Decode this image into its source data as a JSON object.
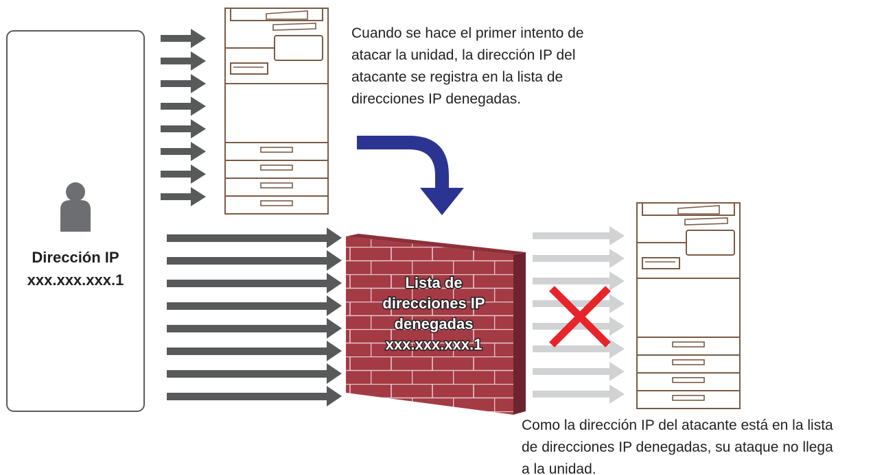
{
  "attacker": {
    "label_line1": "Dirección IP",
    "label_line2": "xxx.xxx.xxx.1",
    "icon": "person-icon"
  },
  "caption_top": {
    "line1": "Cuando se hace el primer intento de",
    "line2": "atacar la unidad, la dirección IP del",
    "line3": "atacante se registra en la lista de",
    "line4": "direcciones IP denegadas."
  },
  "caption_bottom": {
    "line1": "Como la dirección IP del atacante está en la lista",
    "line2": "de direcciones IP denegadas, su ataque no llega",
    "line3": "a la unidad."
  },
  "firewall": {
    "line1": "Lista de",
    "line2": "direcciones IP",
    "line3": "denegadas",
    "line4": "xxx.xxx.xxx.1",
    "icon": "brick-wall-icon"
  },
  "icons": {
    "printer_top": "printer-icon",
    "printer_bottom": "printer-icon",
    "transition_arrow": "curved-arrow-icon",
    "blocked_mark": "red-x-icon"
  },
  "colors": {
    "attack_arrow": "#58595b",
    "blocked_arrow": "#d1d2d4",
    "transition_arrow": "#2b3591",
    "wall_face": "#a33a44",
    "wall_side": "#6d2430",
    "printer_outline": "#7b5a44",
    "cross": "#e8242b",
    "person": "#6d6e71"
  }
}
